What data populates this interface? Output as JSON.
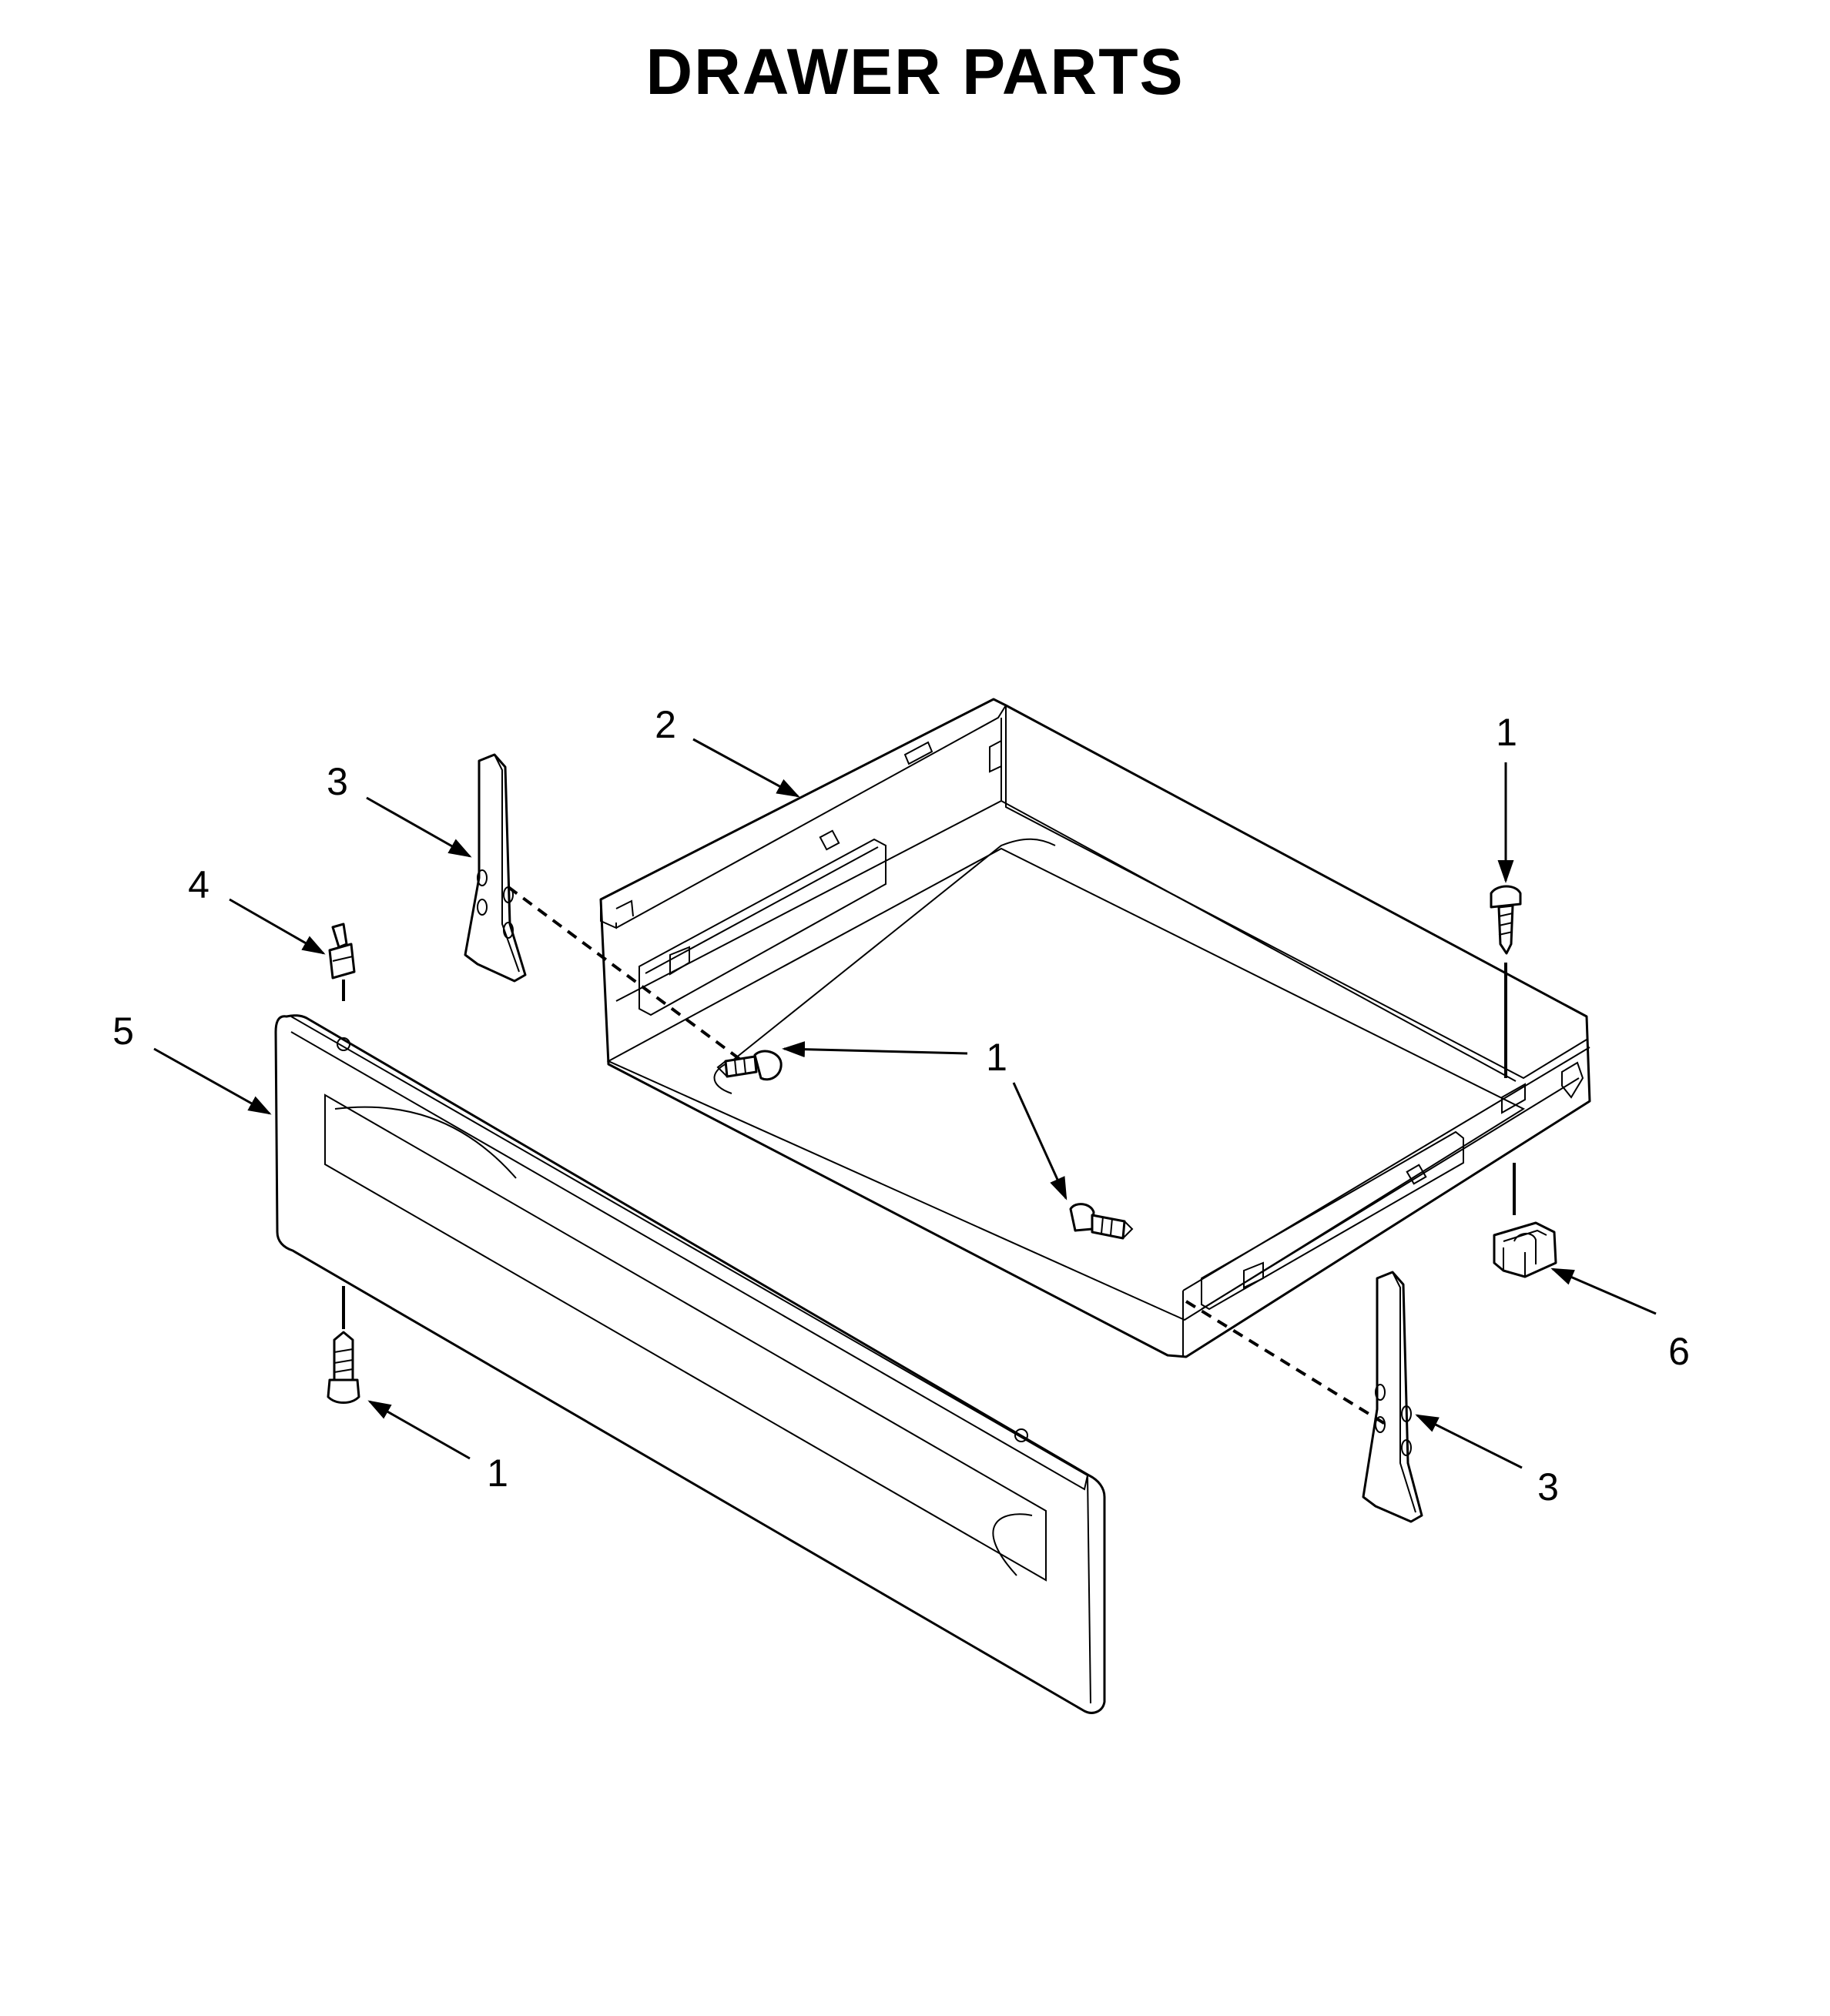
{
  "title": "DRAWER PARTS",
  "callouts": {
    "screw_top_right": "1",
    "drawer_body": "2",
    "bracket_left": "3",
    "pin": "4",
    "drawer_front": "5",
    "screw_side_left": "1",
    "screw_side_right": "1",
    "screw_bottom_left": "1",
    "clip": "6",
    "bracket_right": "3"
  }
}
